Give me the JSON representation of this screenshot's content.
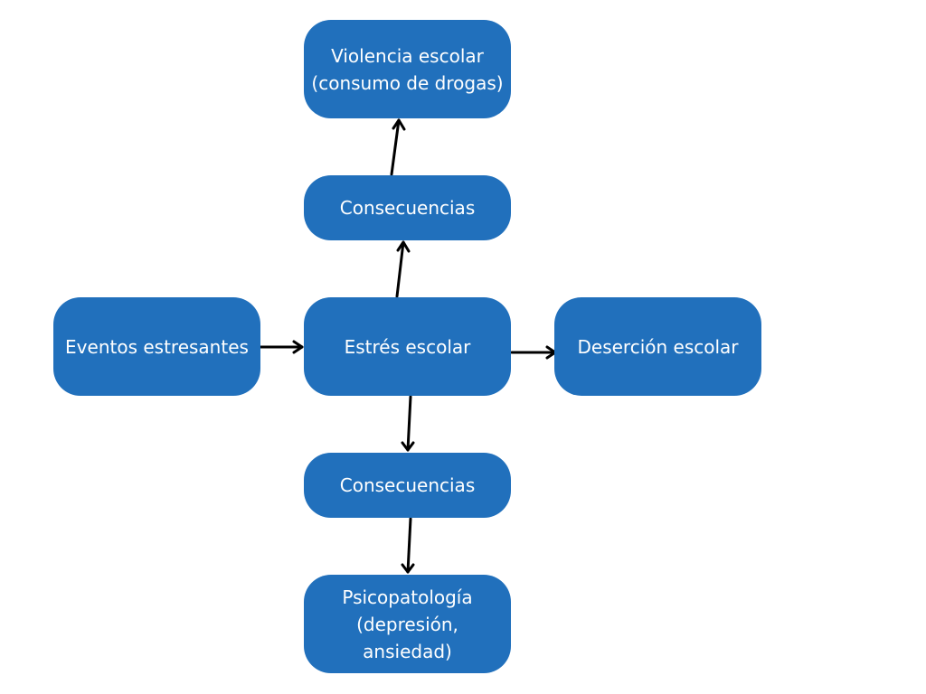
{
  "colors": {
    "node_fill": "#2170bc",
    "node_text": "#ffffff",
    "arrow": "#000000",
    "background": "#ffffff"
  },
  "nodes": {
    "violencia": {
      "lines": [
        "Violencia escolar",
        "(consumo de drogas)"
      ]
    },
    "consecuencias_top": {
      "label": "Consecuencias"
    },
    "eventos": {
      "label": "Eventos estresantes"
    },
    "estres": {
      "label": "Estrés escolar"
    },
    "desercion": {
      "label": "Deserción escolar"
    },
    "consecuencias_bottom": {
      "label": "Consecuencias"
    },
    "psicopatologia": {
      "lines": [
        "Psicopatología",
        "(depresión,",
        "ansiedad)"
      ]
    }
  },
  "edges": [
    {
      "from": "eventos",
      "to": "estres"
    },
    {
      "from": "estres",
      "to": "desercion"
    },
    {
      "from": "estres",
      "to": "consecuencias_top"
    },
    {
      "from": "consecuencias_top",
      "to": "violencia"
    },
    {
      "from": "estres",
      "to": "consecuencias_bottom"
    },
    {
      "from": "consecuencias_bottom",
      "to": "psicopatologia"
    }
  ]
}
